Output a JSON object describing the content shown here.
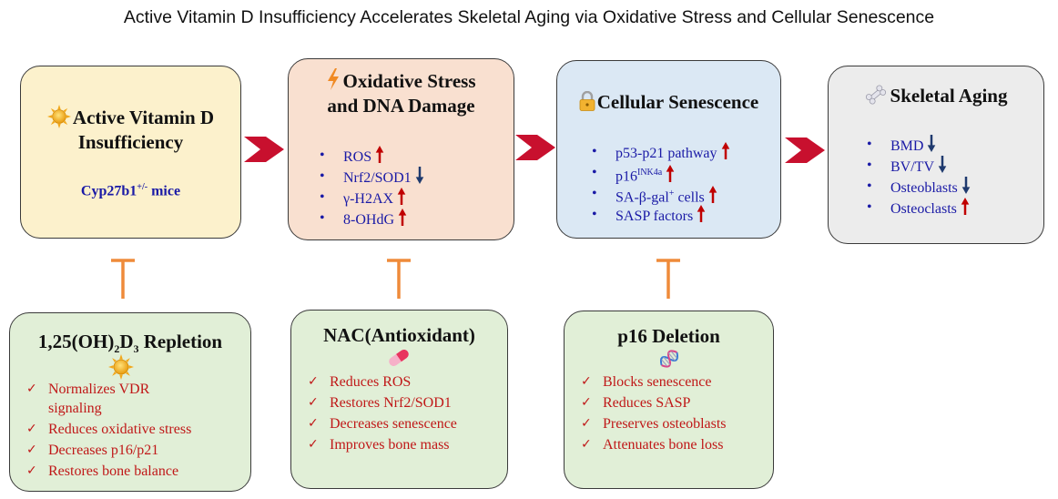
{
  "title": "Active Vitamin D Insufficiency Accelerates Skeletal Aging via Oxidative Stress and Cellular Senescence",
  "colors": {
    "box1": "#fcf1cc",
    "box2": "#f9e0d0",
    "box3": "#dbe8f4",
    "box4": "#ececec",
    "green": "#e1efd7",
    "chevron": "#c8102e",
    "inhibitor": "#ef8b3a",
    "up_arrow": "#c00000",
    "down_arrow": "#1f3a6e",
    "bullet_text": "#1a1aa6",
    "check_text": "#c01818"
  },
  "main": [
    {
      "icon": "sun-icon",
      "title_l1": "Active Vitamin D",
      "title_l2": "Insufficiency",
      "subtitle_main": "Cyp27b1",
      "subtitle_sup": "+/-",
      "subtitle_tail": " mice"
    },
    {
      "icon": "lightning-icon",
      "title_l1": "Oxidative Stress",
      "title_l2": "and DNA Damage",
      "items": [
        {
          "label": "ROS",
          "dir": "up"
        },
        {
          "label": "Nrf2/SOD1",
          "dir": "down"
        },
        {
          "label": "γ-H2AX",
          "dir": "up"
        },
        {
          "label": "8-OHdG",
          "dir": "up"
        }
      ]
    },
    {
      "icon": "lock-icon",
      "title": "Cellular Senescence",
      "items": [
        {
          "label": "p53-p21 pathway",
          "dir": "up"
        },
        {
          "label": "p16",
          "sup": "INK4a",
          "dir": "up"
        },
        {
          "label": "SA-β-gal",
          "sup": "+",
          "tail": " cells",
          "dir": "up"
        },
        {
          "label": "SASP factors",
          "dir": "up"
        }
      ]
    },
    {
      "icon": "bone-icon",
      "title": "Skeletal Aging",
      "items": [
        {
          "label": "BMD",
          "dir": "down"
        },
        {
          "label": "BV/TV",
          "dir": "down"
        },
        {
          "label": "Osteoblasts",
          "dir": "down"
        },
        {
          "label": "Osteoclasts",
          "dir": "up"
        }
      ]
    }
  ],
  "interventions": [
    {
      "title_a": "1,25(OH)",
      "title_sub1": "2",
      "title_b": "D",
      "title_sub2": "3",
      "title_c": " Repletion",
      "icon": "sun-icon",
      "items": [
        "Normalizes VDR signaling",
        "Reduces oxidative stress",
        "Decreases p16/p21",
        "Restores bone balance"
      ]
    },
    {
      "title": "NAC(Antioxidant)",
      "icon": "pill-icon",
      "items": [
        "Reduces ROS",
        "Restores Nrf2/SOD1",
        "Decreases senescence",
        "Improves bone mass"
      ]
    },
    {
      "title": "p16 Deletion",
      "icon": "dna-icon",
      "items": [
        "Blocks senescence",
        "Reduces SASP",
        "Preserves osteoblasts",
        "Attenuates bone loss"
      ]
    }
  ]
}
